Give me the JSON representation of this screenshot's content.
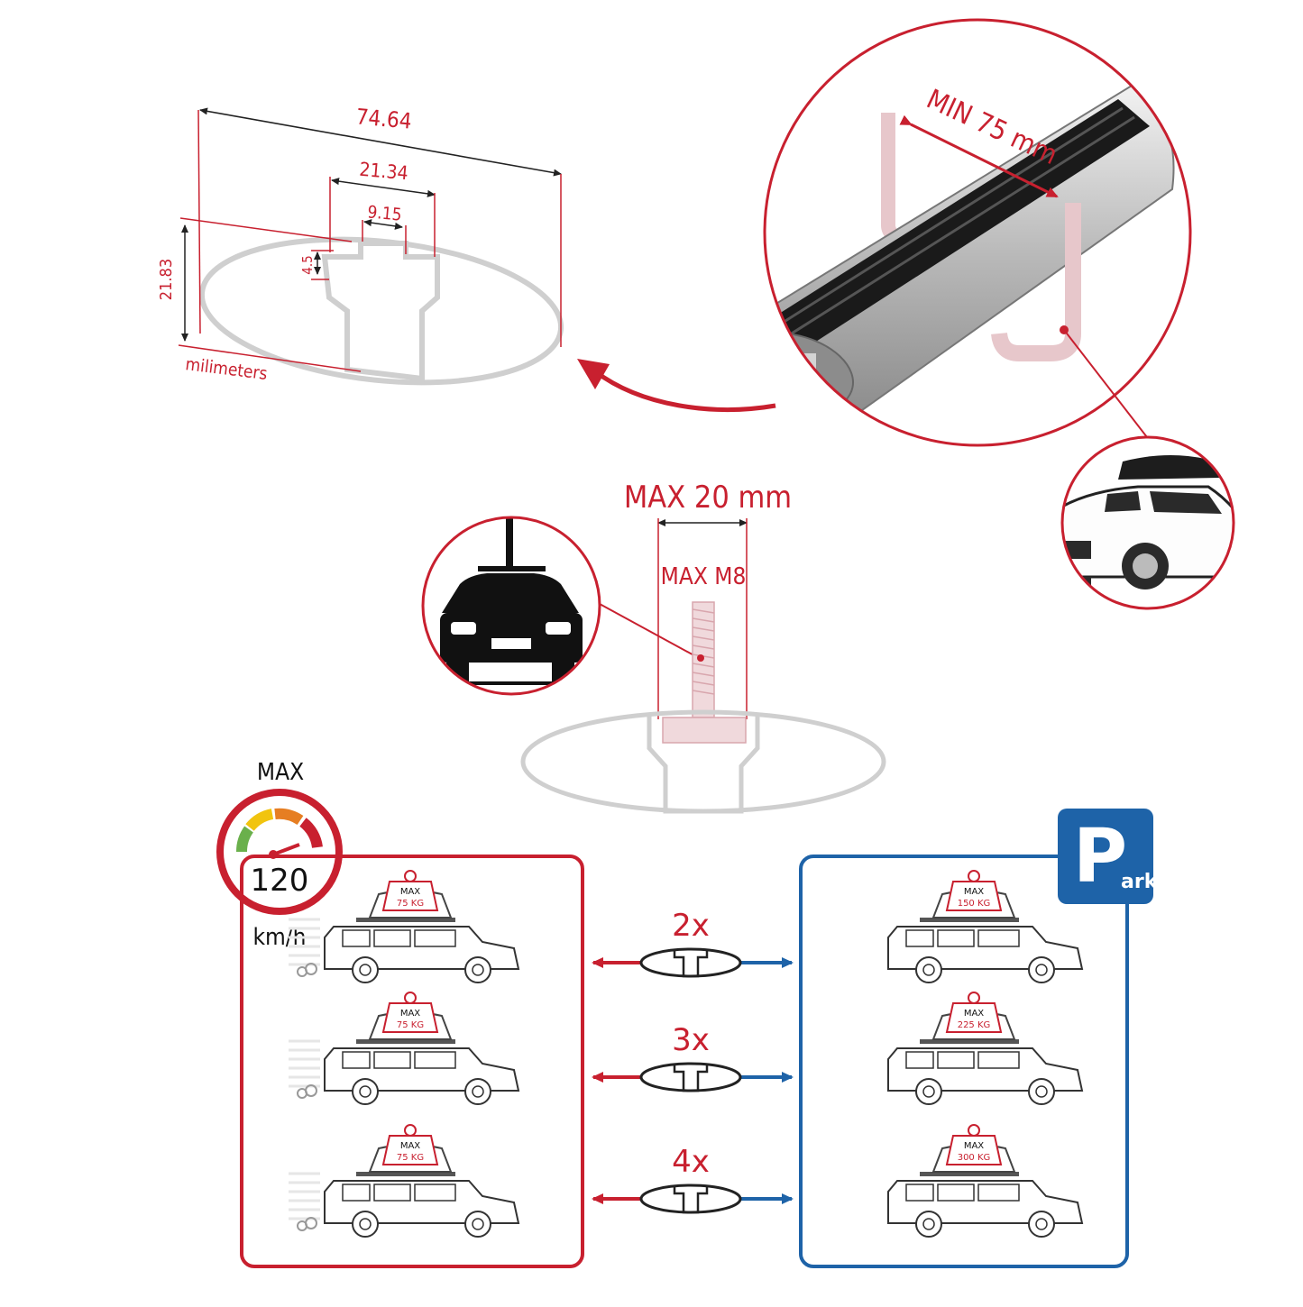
{
  "profile_dimensions": {
    "total_width": "74.64",
    "slot_width": "21.34",
    "slot_opening": "9.15",
    "lip_depth": "4.5",
    "height": "21.83",
    "unit": "milimeters"
  },
  "bar_closeup": {
    "min_spacing": "MIN 75 mm"
  },
  "bolt_spec": {
    "max_width": "MAX 20 mm",
    "max_bolt": "MAX M8"
  },
  "speed": {
    "label_max": "MAX",
    "value": "120",
    "unit": "km/h"
  },
  "parking": {
    "letter": "P",
    "suffix": "ark"
  },
  "load_rows": [
    {
      "bars": "2x",
      "driving_kg": "75 KG",
      "parked_kg": "150 KG"
    },
    {
      "bars": "3x",
      "driving_kg": "75 KG",
      "parked_kg": "225 KG"
    },
    {
      "bars": "4x",
      "driving_kg": "75 KG",
      "parked_kg": "300 KG"
    }
  ],
  "weight_label": "MAX",
  "colors": {
    "red": "#c8202f",
    "blue": "#1e63a8",
    "gray": "#cfcfcf"
  }
}
